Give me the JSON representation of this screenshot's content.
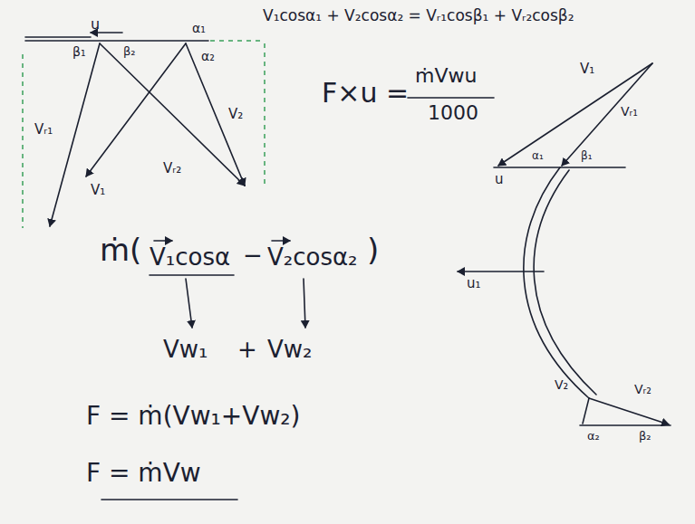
{
  "diagram": {
    "labels": [
      "u",
      "β₁",
      "β₂",
      "α₁",
      "α₂",
      "Vᵣ₁",
      "V₁",
      "Vᵣ₂",
      "V₂",
      "V₁cosα₁ + V₂cosα₂ = Vᵣ₁cosβ₁ + Vᵣ₂cosβ₂",
      "F×u =",
      "ṁVwu",
      "1000",
      "V₁",
      "Vᵣ₁",
      "u",
      "α₁",
      "β₁",
      "u₁",
      "V₂",
      "Vᵣ₂",
      "α₂",
      "β₂",
      "ṁ(",
      "V₁cosα",
      "−",
      "V₂cosα₂",
      ")",
      "Vw₁",
      "+",
      "Vw₂",
      "F = ṁ(Vw₁+Vw₂)",
      "F = ṁVw"
    ]
  }
}
